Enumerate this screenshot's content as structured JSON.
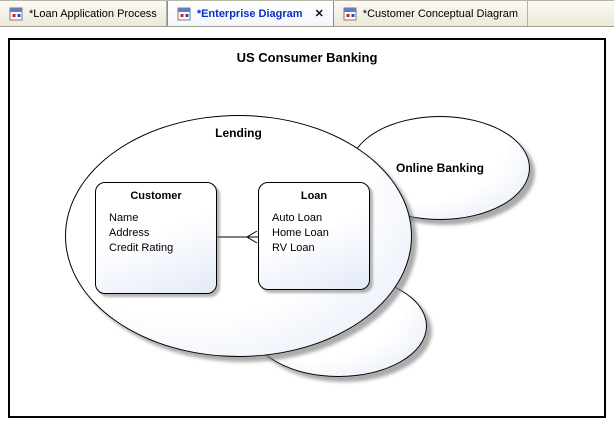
{
  "tabs": {
    "items": [
      {
        "label": "*Loan Application Process",
        "active": false
      },
      {
        "label": "*Enterprise Diagram",
        "active": true
      },
      {
        "label": "*Customer Conceptual Diagram",
        "active": false
      }
    ],
    "close_glyph": "✕"
  },
  "canvas": {
    "title": "US Consumer Banking",
    "ellipses": {
      "lending": "Lending",
      "online_banking": "Online Banking"
    },
    "entities": {
      "customer": {
        "title": "Customer",
        "attributes": [
          "Name",
          "Address",
          "Credit Rating"
        ]
      },
      "loan": {
        "title": "Loan",
        "attributes": [
          "Auto Loan",
          "Home Loan",
          "RV Loan"
        ]
      }
    }
  },
  "colors": {
    "active_tab_text": "#0b2fbe",
    "tabbar_background": "#ece9d8",
    "ellipse_fill": "#dfe7f6",
    "shadow": "#808080",
    "canvas_border": "#000000"
  }
}
